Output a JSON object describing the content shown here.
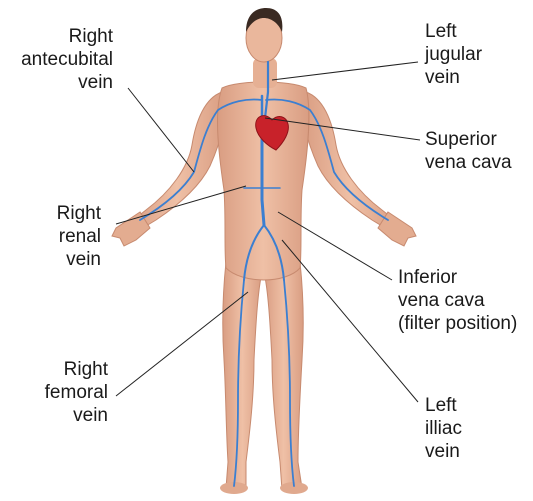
{
  "colors": {
    "skin": "#e9b39a",
    "skin_shadow": "#cf8f73",
    "vein": "#3b7fd1",
    "vein_dark": "#1f5fb4",
    "heart": "#c8222a",
    "hair": "#3a2a22",
    "leader": "#222222"
  },
  "labels": {
    "right_antecubital": [
      "Right",
      "antecubital",
      "vein"
    ],
    "left_jugular": [
      "Left",
      "jugular",
      "vein"
    ],
    "superior_vena_cava": [
      "Superior",
      "vena cava"
    ],
    "right_renal": [
      "Right",
      "renal",
      "vein"
    ],
    "inferior_vena_cava": [
      "Inferior",
      "vena cava",
      "(filter position)"
    ],
    "right_femoral": [
      "Right",
      "femoral",
      "vein"
    ],
    "left_illiac": [
      "Left",
      "illiac",
      "vein"
    ]
  }
}
